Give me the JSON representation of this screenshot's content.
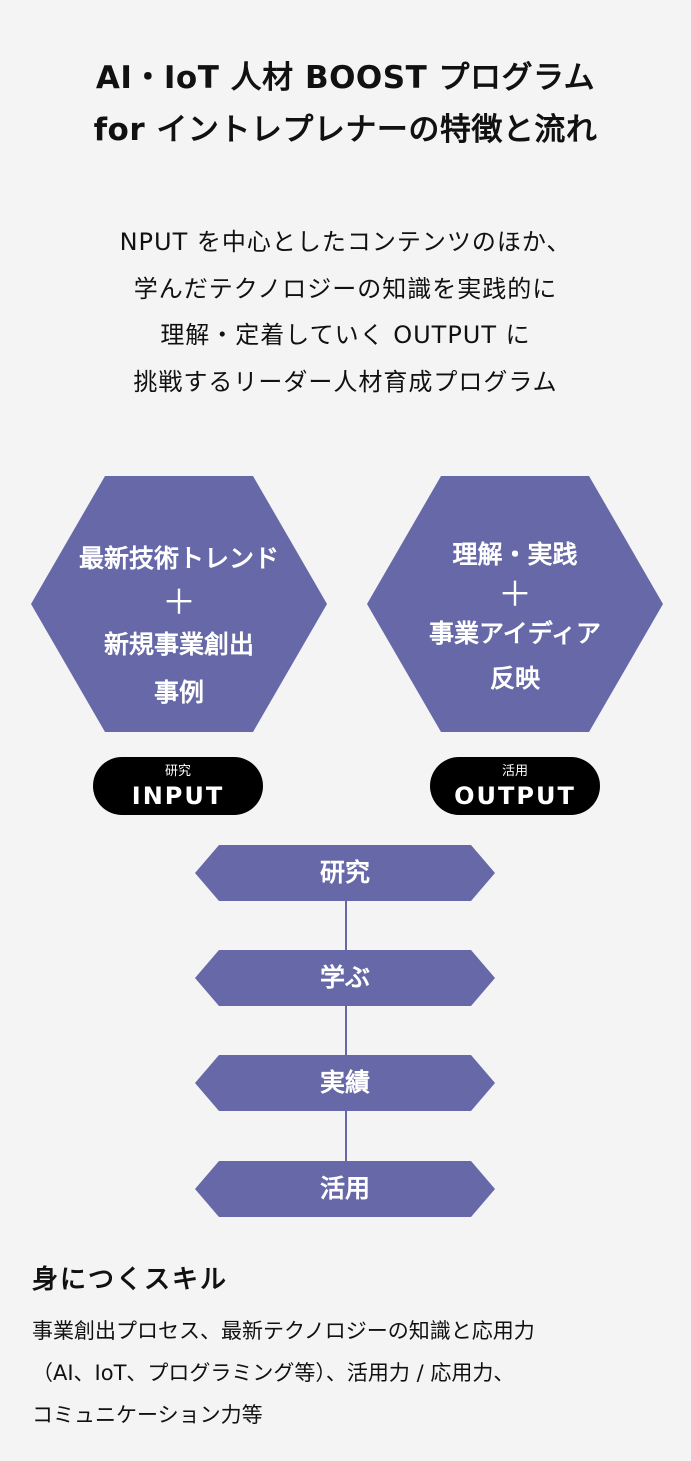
{
  "header": {
    "title_line1": "AI・IoT 人材 BOOST プログラム",
    "title_line2": "for イントレプレナーの特徴と流れ"
  },
  "intro": {
    "lines": [
      "NPUT を中心としたコンテンツのほか、",
      "学んだテクノロジーの知識を実践的に",
      "理解・定着していく OUTPUT に",
      "挑戦するリーダー人材育成プログラム"
    ]
  },
  "hexagons": [
    {
      "line1": "最新技術トレンド",
      "plus": "＋",
      "line2": "新規事業創出",
      "line3": "事例",
      "pill_sub": "研究",
      "pill_main": "INPUT"
    },
    {
      "line1": "理解・実践",
      "plus": "＋",
      "line2": "事業アイディア",
      "line3": "反映",
      "pill_sub": "活用",
      "pill_main": "OUTPUT"
    }
  ],
  "flow": {
    "steps": [
      "研究",
      "学ぶ",
      "実績",
      "活用"
    ]
  },
  "skills": {
    "title": "身につくスキル",
    "lines": [
      "事業創出プロセス、最新テクノロジーの知識と応用力",
      "（AI、IoT、プログラミング等）、活用力 / 応用力、",
      "コミュニケーション力等"
    ]
  },
  "colors": {
    "accent": "#6668a8",
    "pill": "#000000",
    "background": "#f5f4f5"
  }
}
